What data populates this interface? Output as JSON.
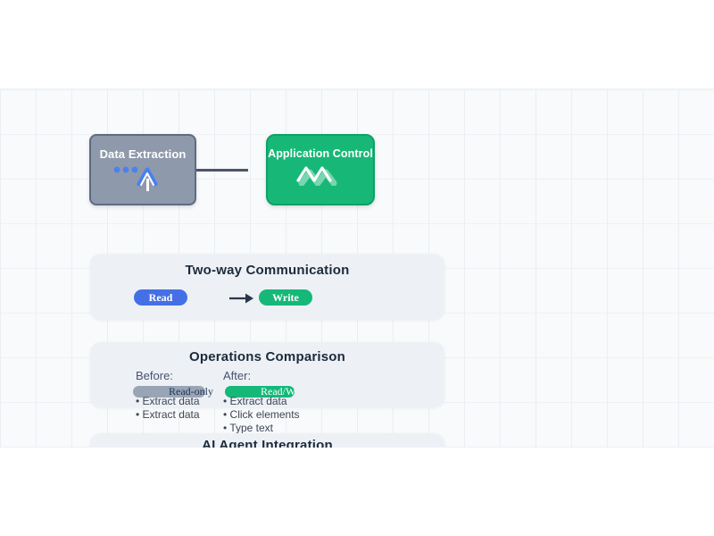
{
  "diagram": {
    "nodes": [
      {
        "label": "Data Extraction",
        "icon": "typing-cursor-icon",
        "color": "#8e99ab"
      },
      {
        "label": "Application Control",
        "icon": "waveform-icon",
        "color": "#17b877"
      }
    ],
    "connector": {
      "from": "Data Extraction",
      "to": "Application Control"
    }
  },
  "cards": {
    "communication": {
      "title": "Two-way Communication",
      "read_label": "Read",
      "write_label": "Write",
      "arrow_icon": "arrow-right-icon",
      "read_color": "#4570e5",
      "write_color": "#16b878"
    },
    "operations": {
      "title": "Operations Comparison",
      "before_label": "Before:",
      "after_label": "After:",
      "before_badge": "Read-only",
      "after_badge": "Read/Write",
      "before_badge_color": "#99a5b5",
      "after_badge_color": "#16b878",
      "before_items": [
        "• Extract data",
        "• Extract data"
      ],
      "after_items": [
        "• Extract data",
        "• Click elements",
        "• Type text"
      ]
    },
    "ai": {
      "title": "AI Agent Integration"
    }
  }
}
